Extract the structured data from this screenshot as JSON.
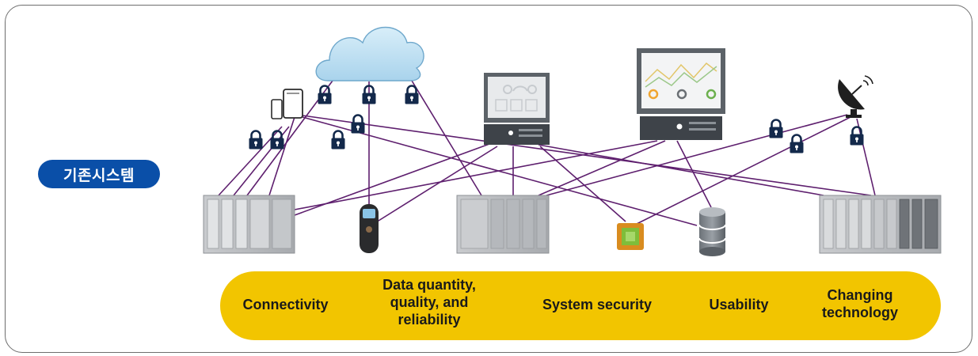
{
  "badge": {
    "label": "기존시스템",
    "color": "#0a4fa8"
  },
  "challenges": {
    "color": "#f2c500",
    "items": [
      {
        "label": "Connectivity"
      },
      {
        "label": "Data quantity, quality, and reliability"
      },
      {
        "label": "System security"
      },
      {
        "label": "Usability"
      },
      {
        "label": "Changing technology"
      }
    ]
  },
  "network": {
    "link_color": "#5e1f6e",
    "nodes": [
      {
        "icon": "cloud-icon"
      },
      {
        "icon": "mobile-devices-icon"
      },
      {
        "icon": "hmi-workstation-icon"
      },
      {
        "icon": "analytics-workstation-icon"
      },
      {
        "icon": "satellite-dish-icon"
      },
      {
        "icon": "plc-rack-icon"
      },
      {
        "icon": "handheld-device-icon"
      },
      {
        "icon": "control-cabinet-icon"
      },
      {
        "icon": "processor-chip-icon"
      },
      {
        "icon": "database-icon"
      },
      {
        "icon": "io-rack-icon"
      },
      {
        "icon": "padlock-icon"
      }
    ]
  }
}
